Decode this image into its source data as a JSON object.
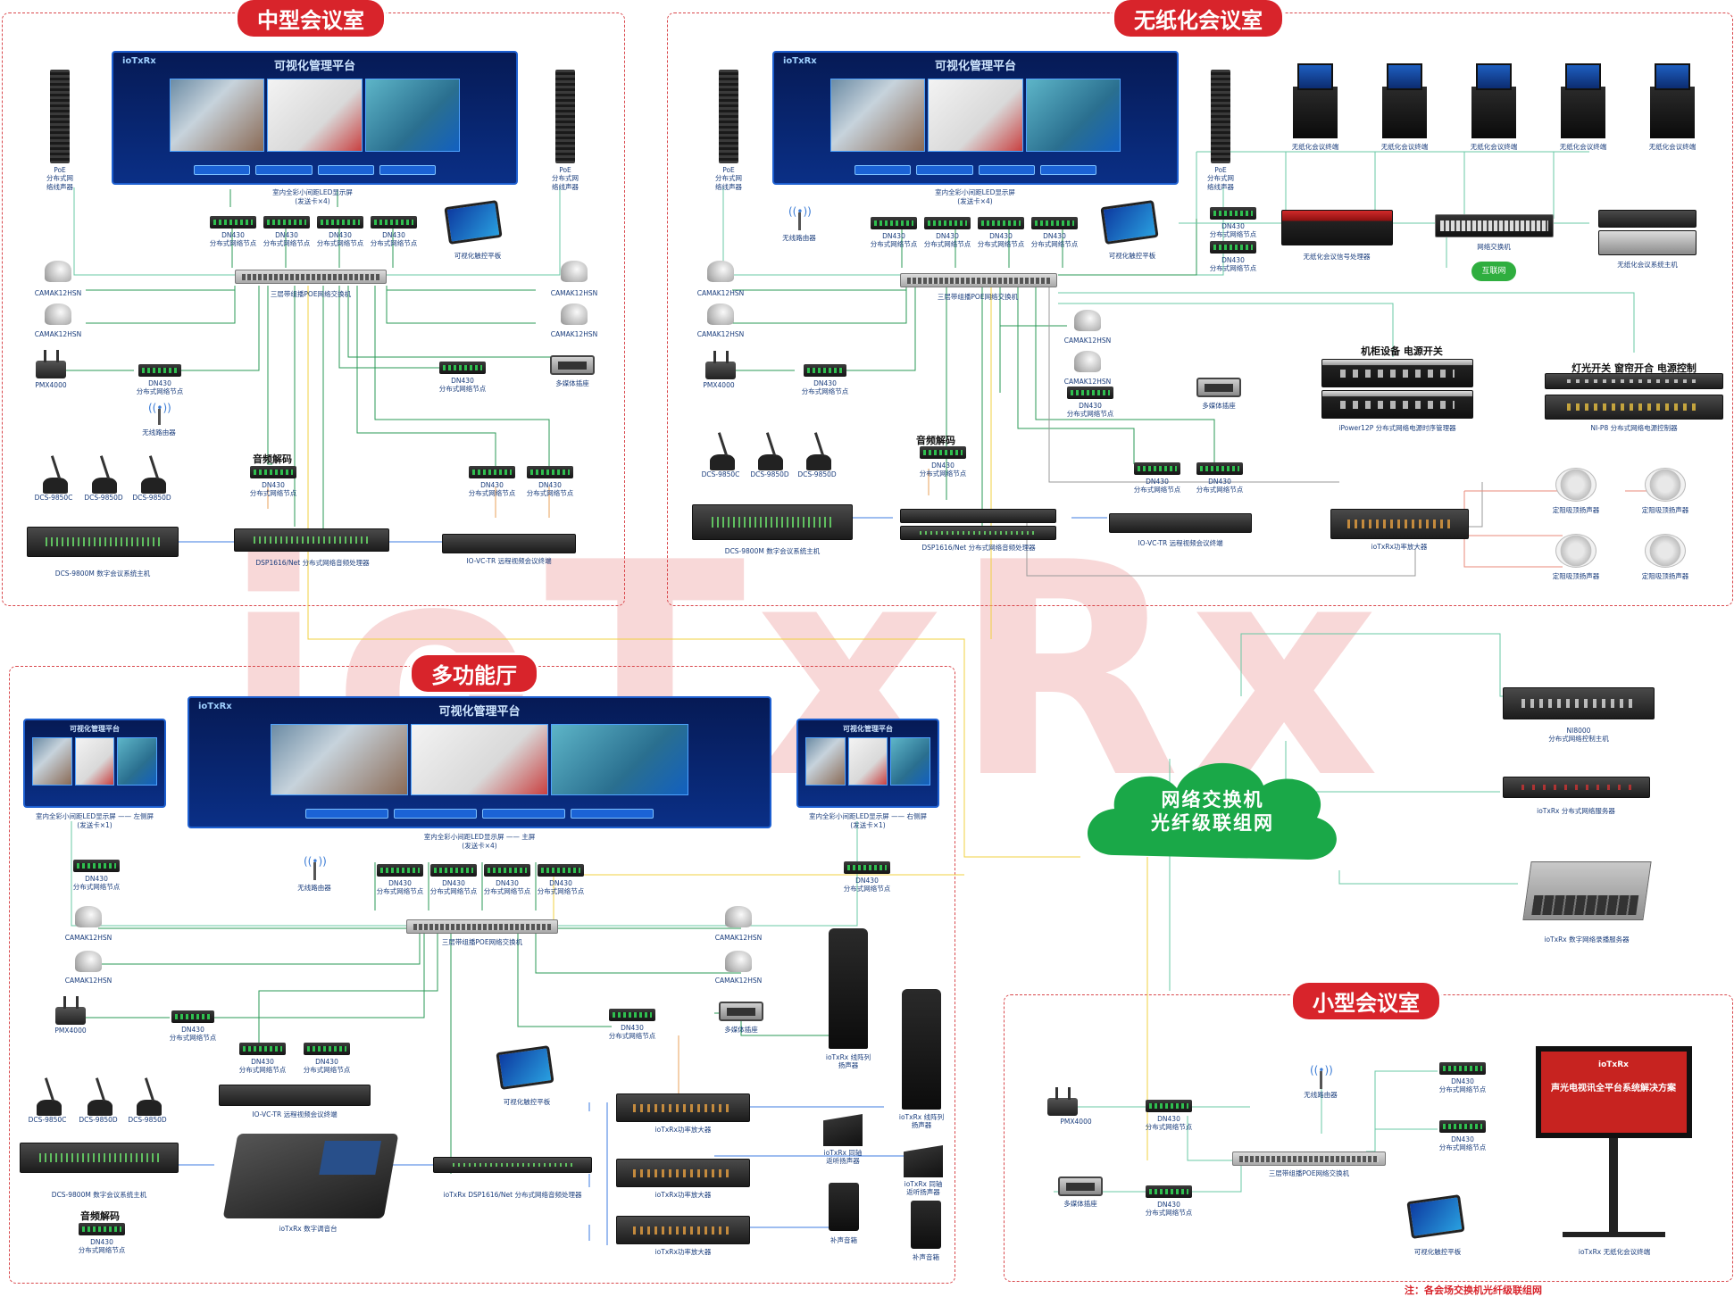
{
  "watermark": "ioTxRx",
  "zones": {
    "medium": "中型会议室",
    "paperless": "无纸化会议室",
    "multi": "多功能厅",
    "small": "小型会议室"
  },
  "screen": {
    "brand": "ioTxRx",
    "title": "可视化管理平台"
  },
  "cloud": {
    "line1": "网络交换机",
    "line2": "光纤级联组网"
  },
  "note": "注：各会场交换机光纤级联组网",
  "smartboard": {
    "title": "声光电视讯全平台系统解决方案",
    "brand": "ioTxRx"
  },
  "medium": {
    "led": "室内全彩小间距LED显示屏",
    "led_sub": "(发送卡×4)",
    "spk_l": "PoE\n分布式网\n络线声器",
    "spk_r": "PoE\n分布式网\n络线声器",
    "dn": "DN430\n分布式网络节点",
    "tablet": "可视化触控平板",
    "cam1": "CAMAK12HSN",
    "cam2": "CAMAK12HSN",
    "cam3": "CAMAK12HSN",
    "cam4": "CAMAK12HSN",
    "switch": "三层带组播POE网络交换机",
    "pmx": "PMX4000",
    "router": "无线路由器",
    "wallbox": "多媒体插座",
    "audio_decode": "音频解码",
    "mic1": "DCS-9850C",
    "mic2": "DCS-9850D",
    "mic3": "DCS-9850D",
    "dcs": "DCS-9800M 数字会议系统主机",
    "dsp": "DSP1616/Net 分布式网络音频处理器",
    "vc": "IO-VC-TR 远程视频会议终端"
  },
  "paperless": {
    "led": "室内全彩小间距LED显示屏",
    "led_sub": "(发送卡×4)",
    "spk": "PoE\n分布式网\n络线声器",
    "dn": "DN430\n分布式网络节点",
    "router": "无线路由器",
    "tablet": "可视化触控平板",
    "terminal": "无纸化会议终端",
    "paperless_proc": "无纸化会议信号处理器",
    "net_switch": "网络交换机",
    "internet": "互联网",
    "paperless_host": "无纸化会议系统主机",
    "cam": "CAMAK12HSN",
    "switch": "三层带组播POE网络交换机",
    "pmx": "PMX4000",
    "rack_title": "机柜设备  电源开关",
    "light_title": "灯光开关  窗帘开合  电源控制",
    "power_seq": "iPower12P 分布式网络电源时序管理器",
    "relay": "NI-P8 分布式网络电源控制器",
    "wallbox": "多媒体插座",
    "audio_decode": "音频解码",
    "mic1": "DCS-9850C",
    "mic2": "DCS-9850D",
    "mic3": "DCS-9850D",
    "dcs": "DCS-9800M 数字会议系统主机",
    "dsp": "DSP1616/Net 分布式网络音频处理器",
    "vc": "IO-VC-TR 远程视频会议终端",
    "amp": "ioTxRx功率放大器",
    "ceiling": "定阻吸顶扬声器"
  },
  "multi": {
    "led_main": "室内全彩小间距LED显示屏 —— 主屏",
    "led_main_sub": "(发送卡×4)",
    "led_left": "室内全彩小间距LED显示屏 —— 左侧屏",
    "led_right": "室内全彩小间距LED显示屏 —— 右侧屏",
    "led_side_sub": "(发送卡×1)",
    "dn": "DN430\n分布式网络节点",
    "router": "无线路由器",
    "cam": "CAMAK12HSN",
    "switch": "三层带组播POE网络交换机",
    "pmx": "PMX4000",
    "wallbox": "多媒体插座",
    "vc": "IO-VC-TR 远程视频会议终端",
    "tablet": "可视化触控平板",
    "line_array": "ioTxRx 线阵列\n扬声器",
    "mic1": "DCS-9850C",
    "mic2": "DCS-9850D",
    "mic3": "DCS-9850D",
    "dcs": "DCS-9800M 数字会议系统主机",
    "mixer": "ioTxRx 数字调音台",
    "dsp": "ioTxRx DSP1616/Net 分布式网络音频处理器",
    "amp": "ioTxRx功率放大器",
    "monitor": "ioTxRx 同轴\n返听扬声器",
    "fill": "补声音箱",
    "audio_decode": "音频解码"
  },
  "backbone": {
    "ni8000": "NI8000\n分布式网络控制主机",
    "server": "ioTxRx 分布式网络服务器",
    "storage": "ioTxRx 数字网络录播服务器"
  },
  "small": {
    "router": "无线路由器",
    "pmx": "PMX4000",
    "dn": "DN430\n分布式网络节点",
    "switch": "三层带组播POE网络交换机",
    "wallbox": "多媒体插座",
    "tablet": "可视化触控平板",
    "board": "ioTxRx 无纸化会议终端"
  }
}
